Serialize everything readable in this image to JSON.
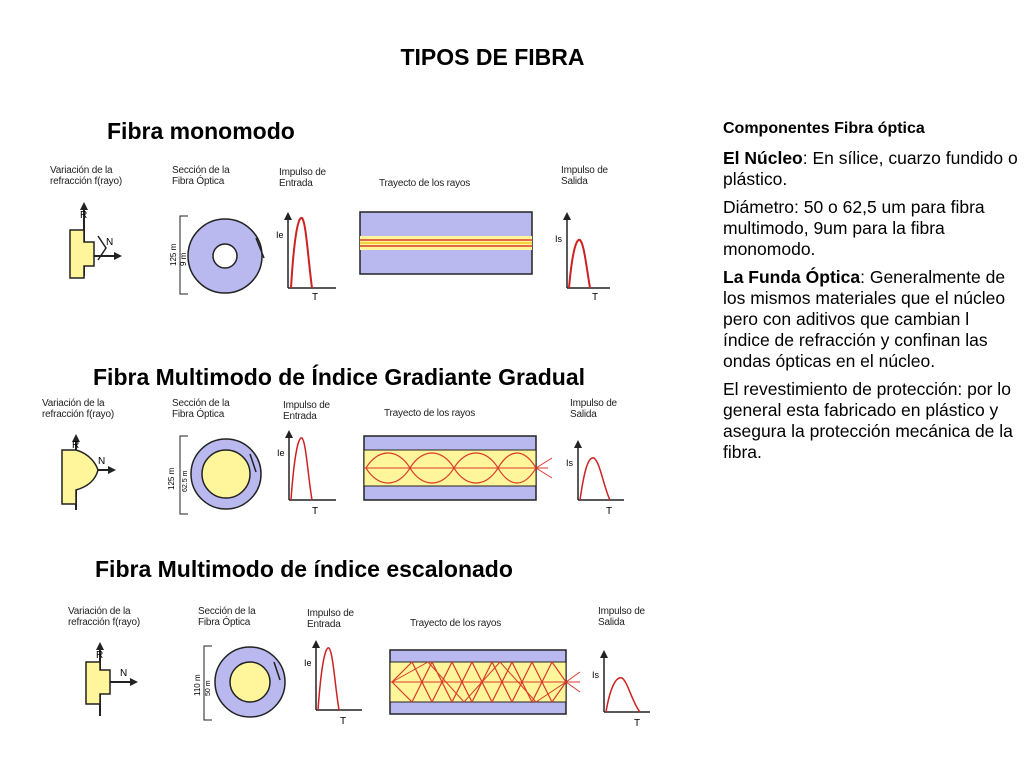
{
  "title": "TIPOS DE FIBRA",
  "sections": [
    {
      "heading": "Fibra monomodo",
      "labels": {
        "variation": "Variación de la\nrefracción f(rayo)",
        "section": "Sección de la\nFibra Óptica",
        "input": "Impulso de\nEntrada",
        "trajectory": "Trayecto de los rayos",
        "output": "Impulso de\nSalida",
        "outer_dim": "125 m",
        "core_dim": "9 m",
        "axis_r": "R",
        "axis_n": "N",
        "axis_i": "Ie",
        "axis_t": "T",
        "axis_s": "Is"
      }
    },
    {
      "heading": "Fibra Multimodo de Índice Gradiante Gradual",
      "labels": {
        "variation": "Variación de la\nrefracción f(rayo)",
        "section": "Sección de la\nFibra Óptica",
        "input": "Impulso de\nEntrada",
        "trajectory": "Trayecto de los rayos",
        "output": "Impulso de\nSalida",
        "outer_dim": "125 m",
        "core_dim": "62.5 m",
        "axis_r": "R",
        "axis_n": "N",
        "axis_i": "Ie",
        "axis_t": "T",
        "axis_s": "Is"
      }
    },
    {
      "heading": "Fibra Multimodo de índice escalonado",
      "labels": {
        "variation": "Variación de la\nrefracción f(rayo)",
        "section": "Sección de la\nFibra Óptica",
        "input": "Impulso de\nEntrada",
        "trajectory": "Trayecto de los rayos",
        "output": "Impulso de\nSalida",
        "outer_dim": "110 m",
        "core_dim": "50 m",
        "axis_r": "R",
        "axis_n": "N",
        "axis_i": "Ie",
        "axis_t": "T",
        "axis_s": "Is"
      }
    }
  ],
  "sidebar": {
    "components_title": "Componentes Fibra óptica",
    "nucleo_term": "El Núcleo",
    "nucleo_text": ": En sílice, cuarzo fundido o plástico.",
    "diametro_text": " Diámetro: 50 o 62,5 um para  fibra multimodo,  9um para la fibra monomodo.",
    "funda_term": "La Funda Óptica",
    "funda_text": ": Generalmente de los mismos materiales que el núcleo pero con aditivos que cambian l índice de refracción y confinan las ondas ópticas en el núcleo.",
    "revestimiento_text": "El revestimiento de protección: por lo general esta fabricado en plástico y asegura la protección mecánica de la fibra."
  },
  "colors": {
    "cladding": "#b9b9f0",
    "core": "#fff59a",
    "pulse": "#cc2222",
    "stripe_red": "#d93a2a",
    "stripe_yellow": "#f4d040",
    "outline": "#222222"
  }
}
